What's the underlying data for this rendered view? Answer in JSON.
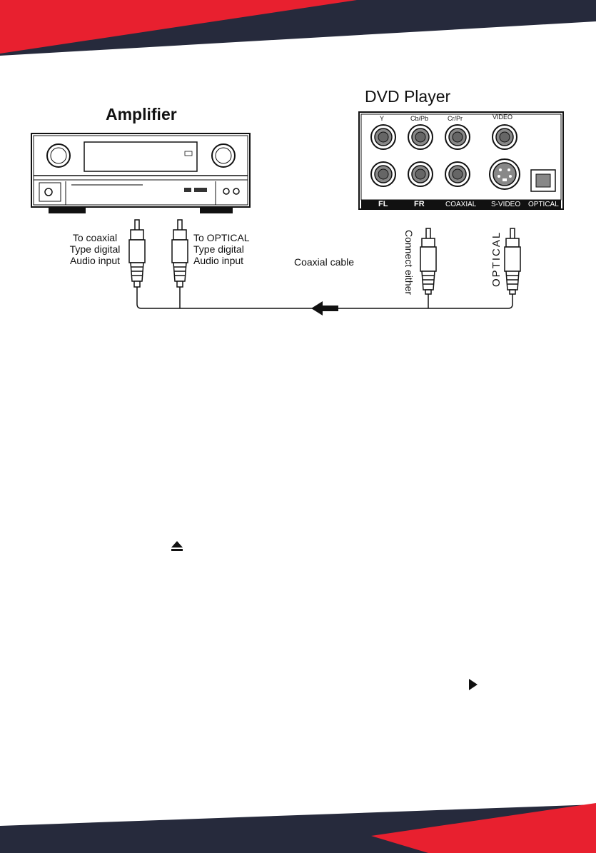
{
  "amplifier": {
    "title": "Amplifier",
    "coaxial_input_label": [
      "To coaxial",
      "Type digital",
      "Audio input"
    ],
    "optical_input_label": [
      "To OPTICAL",
      "Type digital",
      "Audio input"
    ]
  },
  "dvd_player": {
    "title": "DVD Player",
    "top_jack_labels": [
      "Y",
      "Cb/Pb",
      "Cr/Pr",
      "VIDEO"
    ],
    "bottom_labels": [
      "FL",
      "FR",
      "COAXIAL",
      "S-VIDEO",
      "OPTICAL"
    ]
  },
  "cable": {
    "label": "Coaxial cable",
    "connect_either": "Connect either",
    "optical": "OPTICAL"
  },
  "icons": {
    "eject": "eject-icon",
    "play": "play-icon"
  },
  "colors": {
    "brand_red": "#e8202f",
    "brand_navy": "#262a3c"
  }
}
